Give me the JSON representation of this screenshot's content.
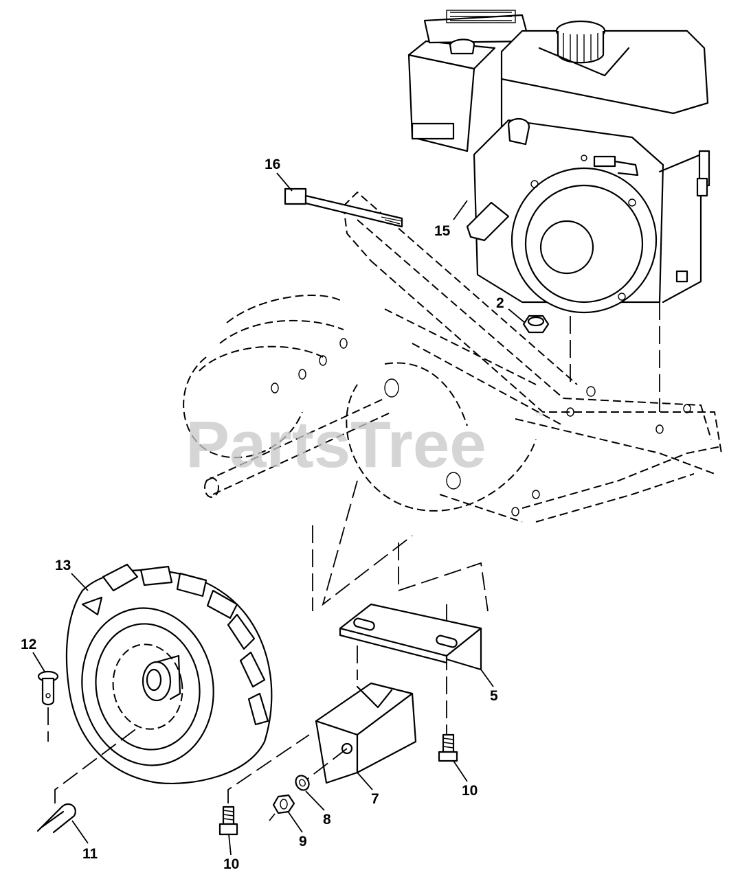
{
  "watermark": {
    "text": "PartsTree",
    "trademark": "™"
  },
  "callouts": [
    {
      "id": "2",
      "label": "2"
    },
    {
      "id": "5",
      "label": "5"
    },
    {
      "id": "7",
      "label": "7"
    },
    {
      "id": "8",
      "label": "8"
    },
    {
      "id": "9",
      "label": "9"
    },
    {
      "id": "10a",
      "label": "10"
    },
    {
      "id": "10b",
      "label": "10"
    },
    {
      "id": "11",
      "label": "11"
    },
    {
      "id": "12",
      "label": "12"
    },
    {
      "id": "13",
      "label": "13"
    },
    {
      "id": "15",
      "label": "15"
    },
    {
      "id": "16",
      "label": "16"
    }
  ]
}
